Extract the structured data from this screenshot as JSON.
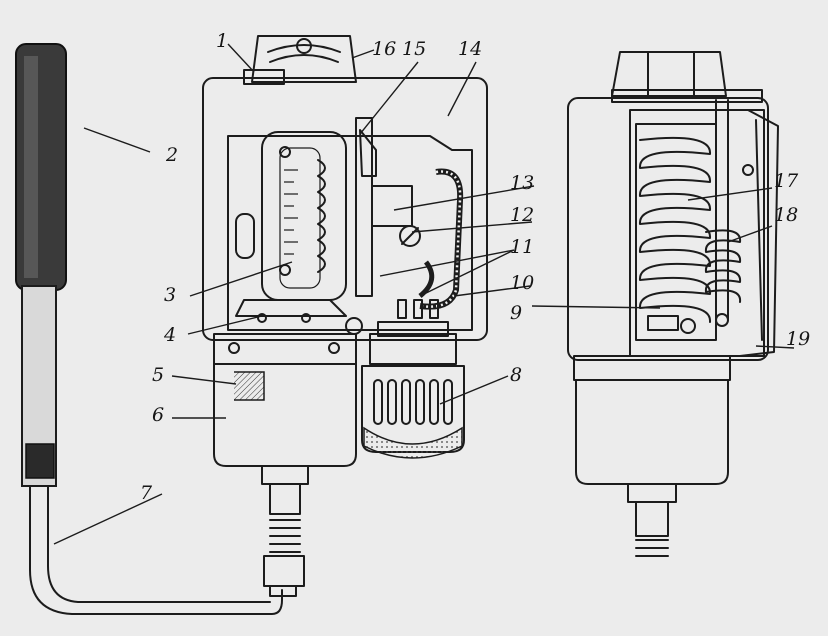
{
  "figure": {
    "callouts": [
      {
        "id": "c1",
        "text": "1"
      },
      {
        "id": "c2",
        "text": "2"
      },
      {
        "id": "c3",
        "text": "3"
      },
      {
        "id": "c4",
        "text": "4"
      },
      {
        "id": "c5",
        "text": "5"
      },
      {
        "id": "c6",
        "text": "6"
      },
      {
        "id": "c7",
        "text": "7"
      },
      {
        "id": "c8",
        "text": "8"
      },
      {
        "id": "c9",
        "text": "9"
      },
      {
        "id": "c10",
        "text": "10"
      },
      {
        "id": "c11",
        "text": "11"
      },
      {
        "id": "c12",
        "text": "12"
      },
      {
        "id": "c13",
        "text": "13"
      },
      {
        "id": "c14",
        "text": "14"
      },
      {
        "id": "c15",
        "text": "15"
      },
      {
        "id": "c16",
        "text": "16"
      },
      {
        "id": "c17",
        "text": "17"
      },
      {
        "id": "c18",
        "text": "18"
      },
      {
        "id": "c19",
        "text": "19"
      }
    ],
    "colors": {
      "ink": "#1c1c1c",
      "paper": "#ececec",
      "shade": "#8a8a8a"
    }
  }
}
